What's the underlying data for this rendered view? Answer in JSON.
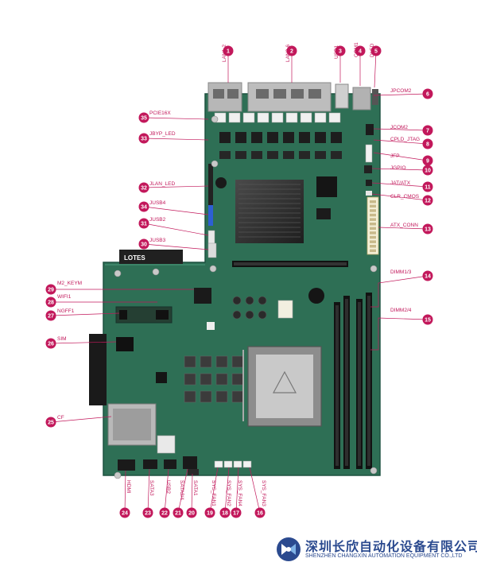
{
  "colors": {
    "pcb": "#2e6f55",
    "pcb_dark": "#1f5240",
    "accent": "#c2185b",
    "brand": "#2b4a8f"
  },
  "callouts": [
    {
      "n": "1",
      "label": "LAN1-2"
    },
    {
      "n": "2",
      "label": "LAN3-6"
    },
    {
      "n": "3",
      "label": "USB1"
    },
    {
      "n": "4",
      "label": "COM1"
    },
    {
      "n": "5",
      "label": "DLED"
    },
    {
      "n": "6",
      "label": "JPCOM2"
    },
    {
      "n": "7",
      "label": "JCOM2"
    },
    {
      "n": "8",
      "label": "CPLD_JTAG"
    },
    {
      "n": "9",
      "label": "JFP"
    },
    {
      "n": "10",
      "label": "JGPIO"
    },
    {
      "n": "11",
      "label": "JAT/ATX"
    },
    {
      "n": "12",
      "label": "CLR_CMOS"
    },
    {
      "n": "13",
      "label": "ATX_CONN"
    },
    {
      "n": "14",
      "label": "DIMM1/3"
    },
    {
      "n": "15",
      "label": "DIMM2/4"
    },
    {
      "n": "16",
      "label": "SYS_FAN3"
    },
    {
      "n": "17",
      "label": "SYS_FAN4"
    },
    {
      "n": "18",
      "label": "SYS_FAN2"
    },
    {
      "n": "19",
      "label": "SYS_FAN1"
    },
    {
      "n": "20",
      "label": "SATA1"
    },
    {
      "n": "21",
      "label": "SATA2/4"
    },
    {
      "n": "22",
      "label": "USB2"
    },
    {
      "n": "23",
      "label": "SATA3"
    },
    {
      "n": "24",
      "label": "HDMI"
    },
    {
      "n": "25",
      "label": "CF"
    },
    {
      "n": "26",
      "label": "SIM"
    },
    {
      "n": "27",
      "label": "NGFF1"
    },
    {
      "n": "28",
      "label": "WIFI1"
    },
    {
      "n": "29",
      "label": "M2_KEYM"
    },
    {
      "n": "30",
      "label": "JUSB3"
    },
    {
      "n": "31",
      "label": "JUSB2"
    },
    {
      "n": "32",
      "label": "JLAN_LED"
    },
    {
      "n": "33",
      "label": "JBYP_LED"
    },
    {
      "n": "34",
      "label": "JUSB4"
    },
    {
      "n": "35",
      "label": "PCIE16X"
    }
  ],
  "board_text": {
    "lotes": "LOTES"
  },
  "brand": {
    "name_cn": "深圳长欣自动化设备有限公司",
    "name_en": "SHENZHEN CHANGXIN AUTOMATION EQUIPMENT CO.,LTD"
  }
}
